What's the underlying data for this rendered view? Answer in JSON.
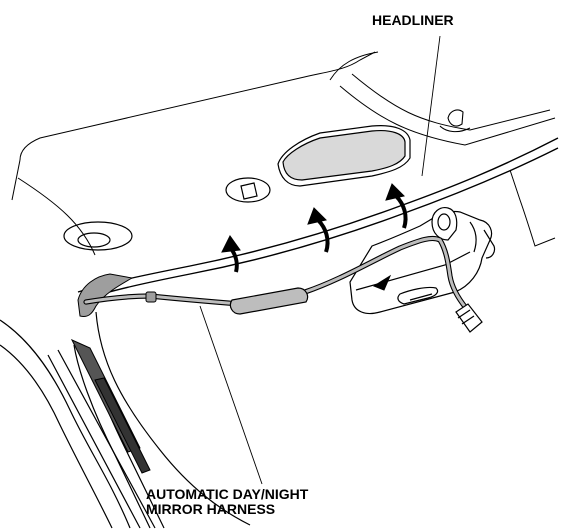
{
  "labels": {
    "headliner": "HEADLINER",
    "harness_line1": "AUTOMATIC DAY/NIGHT",
    "harness_line2": "MIRROR HARNESS"
  },
  "colors": {
    "line": "#000000",
    "harness_gray": "#bdbdbd",
    "shade_gray": "#9e9e9e",
    "background": "#ffffff"
  }
}
